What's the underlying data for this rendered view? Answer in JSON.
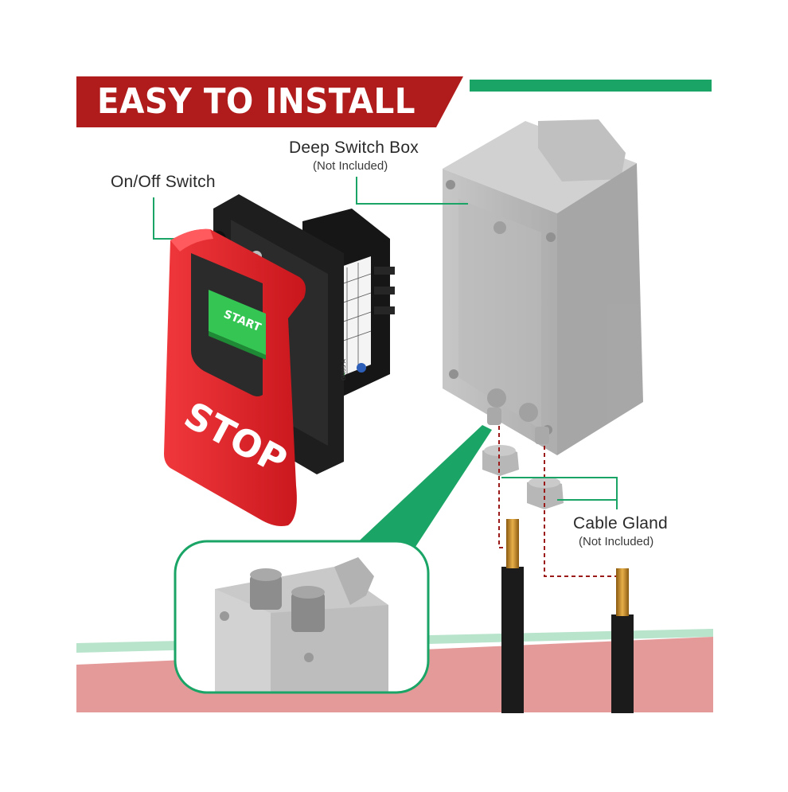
{
  "banner": {
    "title": "EASY TO INSTALL",
    "color": "#b01c1c",
    "accent": "#1aa566"
  },
  "labels": {
    "switch": "On/Off Switch",
    "box": "Deep Switch Box",
    "box_note": "(Not Included)",
    "gland": "Cable Gland",
    "gland_note": "(Not Included)"
  },
  "switch": {
    "stop_text": "STOP",
    "start_text": "START",
    "model_text": "GH03-A",
    "lever_color": "#e8252b",
    "body_color": "#1d1d1d",
    "button_color": "#2fb84a"
  },
  "colors": {
    "floor_red": "#e59a9a",
    "floor_green": "#b8e4cc",
    "callout_green": "#1aa566",
    "leader_green": "#1aa566",
    "dashed_red": "#9b1a1a",
    "box_grey": "#b4b4b4",
    "wire_core": "#c98a1e"
  }
}
